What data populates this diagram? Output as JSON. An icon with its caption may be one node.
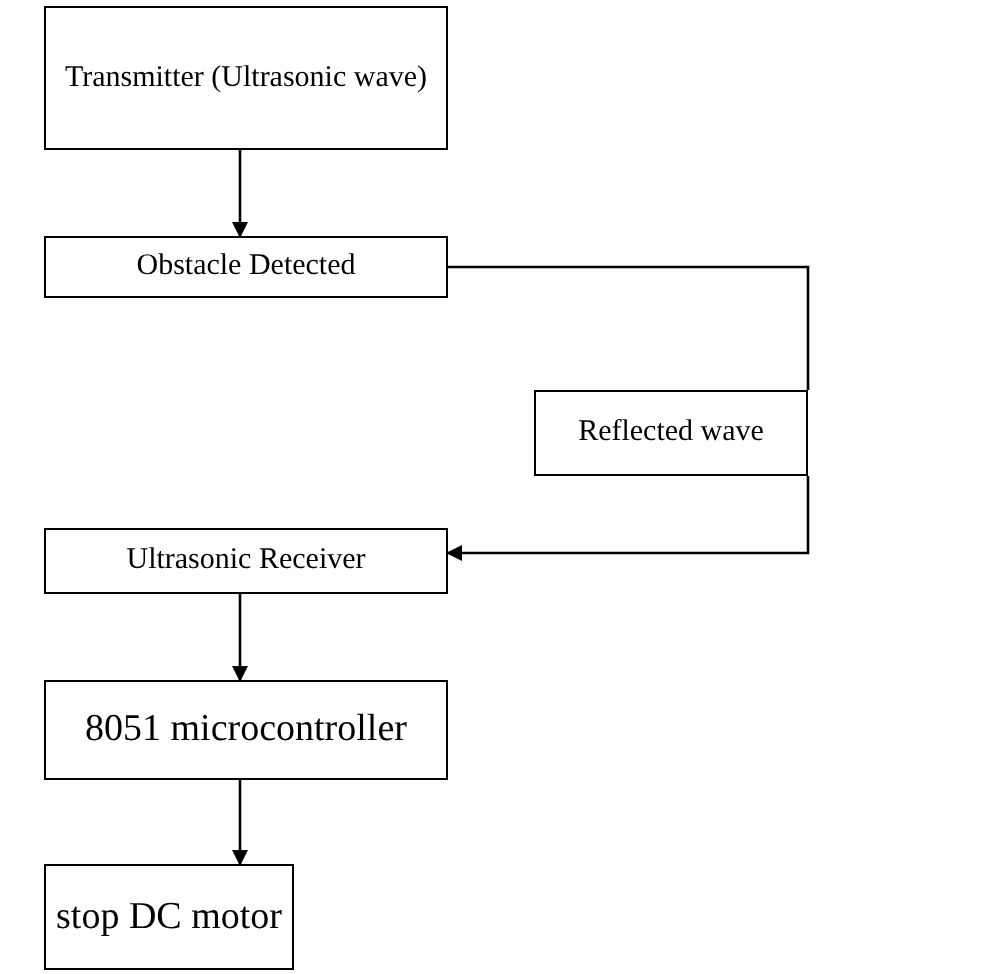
{
  "diagram": {
    "nodes": [
      {
        "text": [
          "Transmitter (Ultrasonic wave)"
        ]
      },
      {
        "text": [
          "Obstacle Detected"
        ]
      },
      {
        "text": [
          "Reflected wave"
        ]
      },
      {
        "text": [
          "Ultrasonic Receiver"
        ]
      },
      {
        "text": [
          "8051 microcontroller"
        ]
      },
      {
        "text": [
          "stop DC motor"
        ]
      }
    ],
    "edges": [
      {
        "from": 0,
        "to": 1,
        "arrow": "to"
      },
      {
        "from": 1,
        "to": 2,
        "arrow": "none"
      },
      {
        "from": 2,
        "to": 3,
        "arrow": "to"
      },
      {
        "from": 3,
        "to": 4,
        "arrow": "to"
      },
      {
        "from": 4,
        "to": 5,
        "arrow": "to"
      }
    ]
  }
}
